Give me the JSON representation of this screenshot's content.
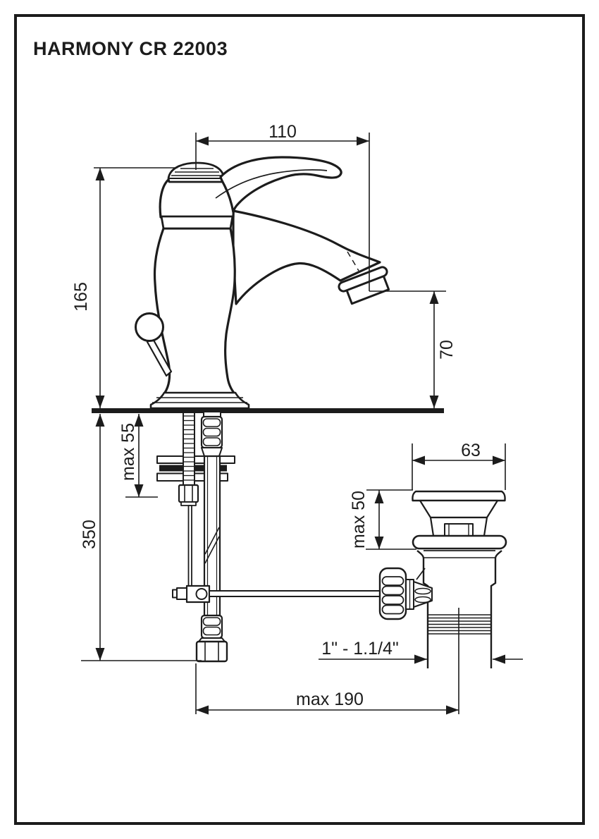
{
  "title": "HARMONY CR 22003",
  "drawing": {
    "background": "#ffffff",
    "line_color": "#1c1c1c",
    "dimensions": {
      "spout_projection": "110",
      "total_height": "165",
      "spout_height": "70",
      "deck_thickness_max": "max 55",
      "supply_hose_length": "350",
      "waste_flange_diameter": "63",
      "basin_depth_max": "max 50",
      "waste_thread": "1\" - 1.1/4\"",
      "rod_reach_max": "max 190"
    }
  }
}
